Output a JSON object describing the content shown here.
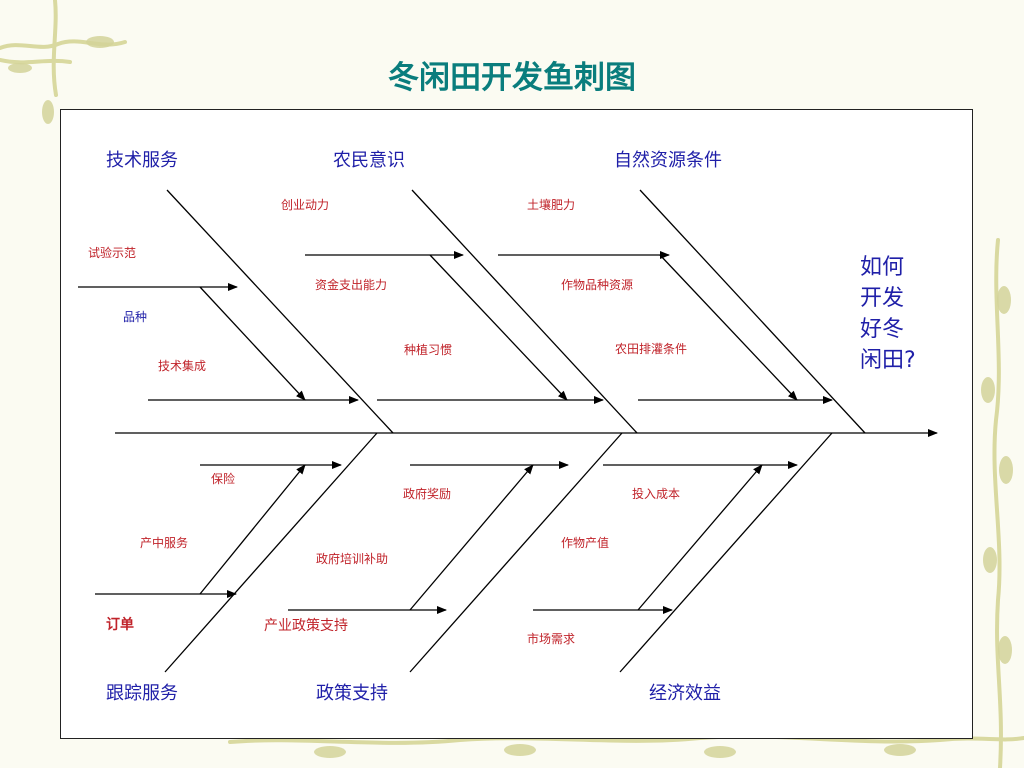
{
  "title": "冬闲田开发鱼刺图",
  "question": "如何\n开发\n好冬\n闲田?",
  "categories": {
    "tech_service": "技术服务",
    "farmer_awareness": "农民意识",
    "natural_resources": "自然资源条件",
    "tracking_service": "跟踪服务",
    "policy_support": "政策支持",
    "economic_benefit": "经济效益"
  },
  "causes": {
    "demo": "试验示范",
    "variety": "品种",
    "tech_integration": "技术集成",
    "entrepreneurship": "创业动力",
    "capital": "资金支出能力",
    "planting_habit": "种植习惯",
    "soil": "土壤肥力",
    "crop_variety": "作物品种资源",
    "irrigation": "农田排灌条件",
    "insurance": "保险",
    "midterm_service": "产中服务",
    "order": "订单",
    "gov_reward": "政府奖励",
    "gov_training": "政府培训补助",
    "industry_policy": "产业政策支持",
    "input_cost": "投入成本",
    "output_value": "作物产值",
    "market_demand": "市场需求"
  },
  "colors": {
    "title": "#0a7d7d",
    "category": "#1f1fa8",
    "cause": "#c0232a",
    "line": "#000000"
  }
}
